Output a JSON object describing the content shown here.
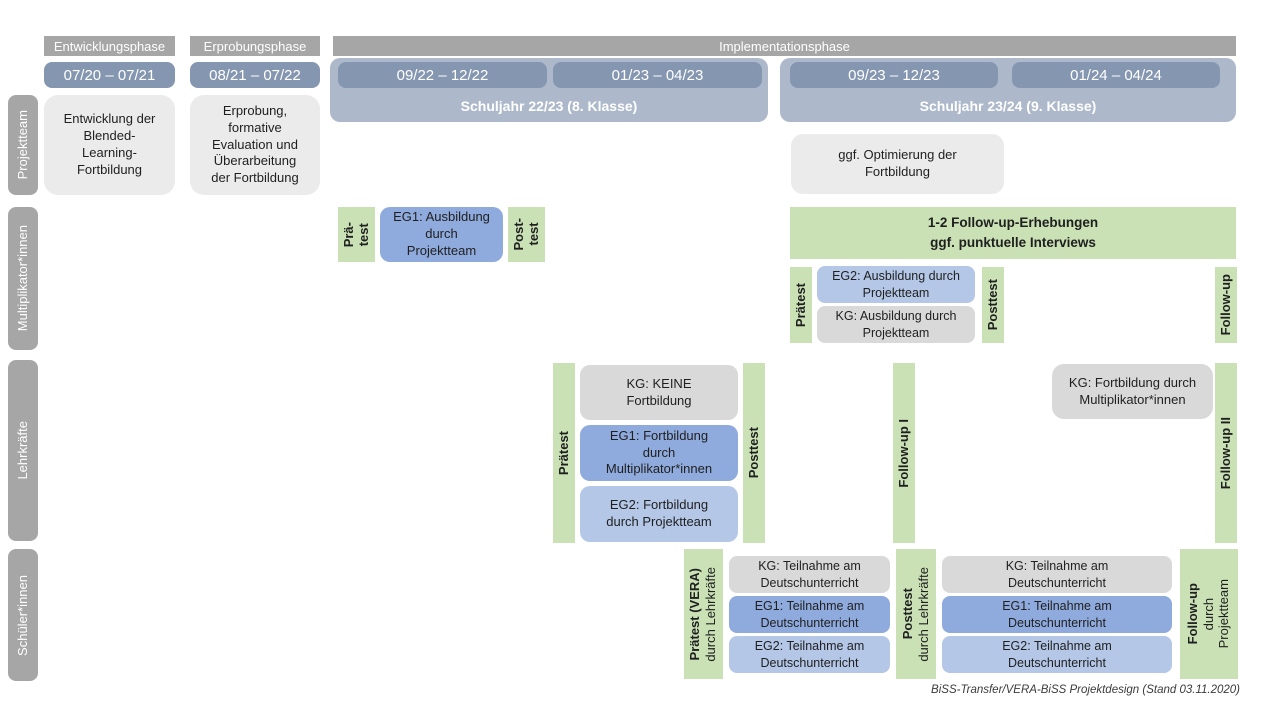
{
  "colors": {
    "phase_header_gray": "#a6a6a6",
    "row_label_gray": "#a6a6a6",
    "date_bar_blue": "#8496b0",
    "schoolyear_band": "#adb9ca",
    "box_light_gray": "#ebebeb",
    "kg_gray": "#d9d9d9",
    "eg1_blue": "#8faadc",
    "eg2_blue": "#b4c7e7",
    "test_green": "#c9e1b5"
  },
  "phases": {
    "entwicklung": "Entwicklungsphase",
    "erprobung": "Erprobungsphase",
    "implementation": "Implementationsphase"
  },
  "dates": {
    "d1": "07/20 – 07/21",
    "d2": "08/21 – 07/22",
    "d3": "09/22 – 12/22",
    "d4": "01/23 – 04/23",
    "d5": "09/23 – 12/23",
    "d6": "01/24 – 04/24"
  },
  "schoolyears": {
    "sj1": "Schuljahr 22/23 (8. Klasse)",
    "sj2": "Schuljahr 23/24 (9. Klasse)"
  },
  "row_labels": {
    "projektteam": "Projektteam",
    "multiplikatoren": "Multiplikator*innen",
    "lehrkraefte": "Lehrkräfte",
    "schueler": "Schüler*innen"
  },
  "projektteam": {
    "entwicklung": "Entwicklung der\nBlended-\nLearning-\nFortbildung",
    "erprobung": "Erprobung,\nformative\nEvaluation und\nÜberarbeitung\nder Fortbildung",
    "optimierung": "ggf. Optimierung der\nFortbildung"
  },
  "multiplikatoren": {
    "praetest1": "Prä-\ntest",
    "eg1": "EG1: Ausbildung\ndurch\nProjektteam",
    "posttest1": "Post-\ntest",
    "followup_line1": "1-2 Follow-up-Erhebungen",
    "followup_line2": "ggf. punktuelle Interviews",
    "praetest2": "Prätest",
    "eg2": "EG2: Ausbildung durch\nProjektteam",
    "kg": "KG: Ausbildung durch\nProjektteam",
    "posttest2": "Posttest",
    "followup": "Follow-up"
  },
  "lehrkraefte": {
    "praetest": "Prätest",
    "kg": "KG: KEINE\nFortbildung",
    "eg1": "EG1: Fortbildung\ndurch\nMultiplikator*innen",
    "eg2": "EG2: Fortbildung\ndurch Projektteam",
    "posttest": "Posttest",
    "followup1": "Follow-up I",
    "kg2": "KG: Fortbildung durch\nMultiplikator*innen",
    "followup2": "Follow-up II"
  },
  "schueler": {
    "praetest_main": "Prätest (VERA)",
    "praetest_sub": "durch Lehrkräfte",
    "kg1": "KG: Teilnahme am\nDeutschunterricht",
    "eg1_1": "EG1: Teilnahme am\nDeutschunterricht",
    "eg2_1": "EG2: Teilnahme am\nDeutschunterricht",
    "posttest_main": "Posttest",
    "posttest_sub": "durch Lehrkräfte",
    "kg2": "KG: Teilnahme am\nDeutschunterricht",
    "eg1_2": "EG1: Teilnahme am\nDeutschunterricht",
    "eg2_2": "EG2: Teilnahme am\nDeutschunterricht",
    "followup_main": "Follow-up",
    "followup_sub": "durch\nProjektteam"
  },
  "caption": "BiSS-Transfer/VERA-BiSS Projektdesign (Stand 03.11.2020)"
}
